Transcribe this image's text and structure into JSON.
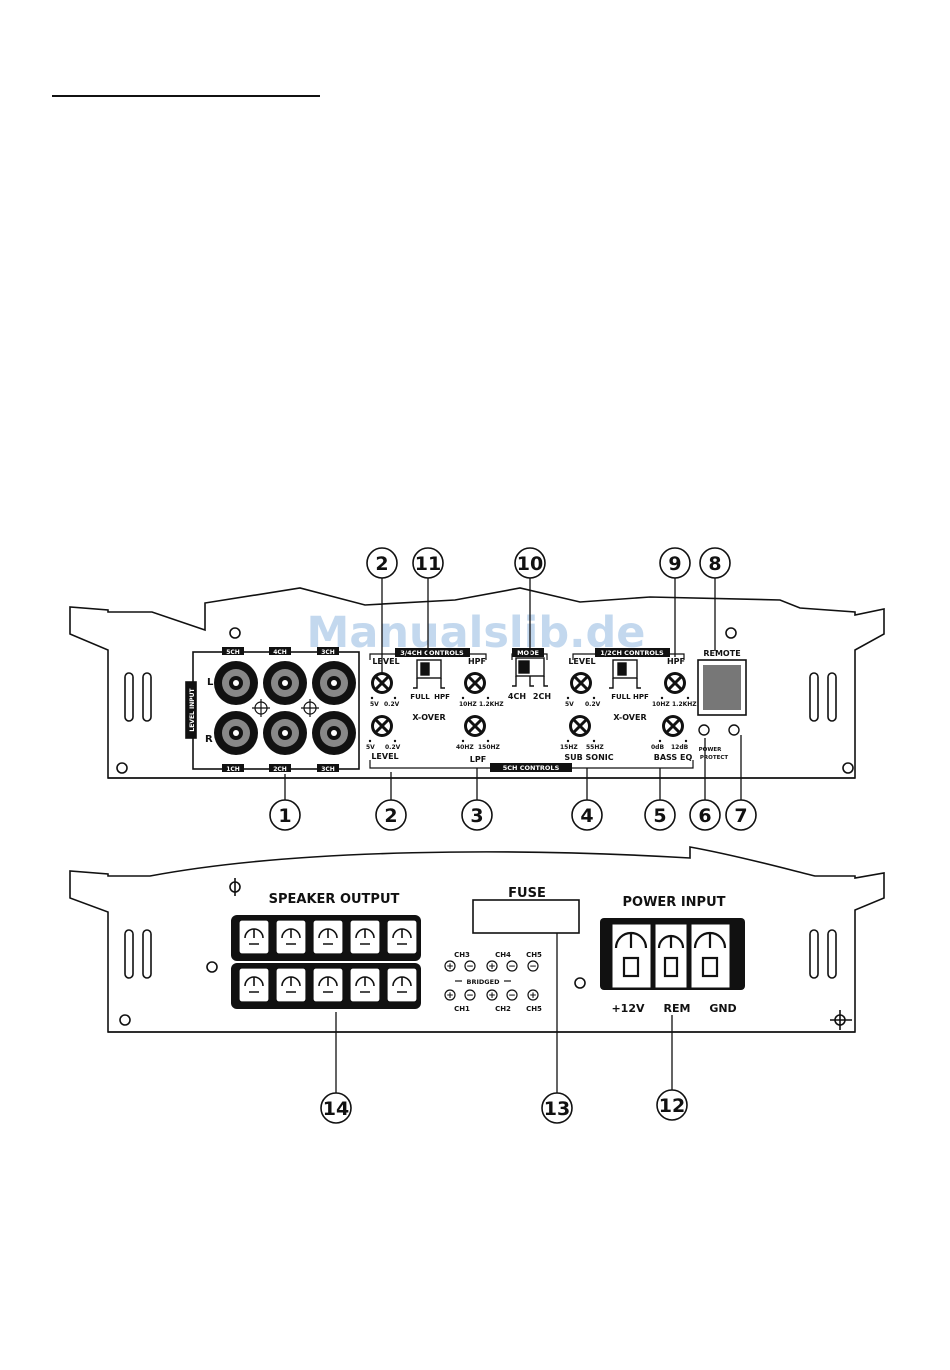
{
  "watermark": "Manualslib.de",
  "top_panel": {
    "level_input": "LEVEL INPUT",
    "rca_labels_top": [
      "5CH",
      "4CH",
      "3CH"
    ],
    "rca_labels_bottom": [
      "1CH",
      "2CH",
      "3CH"
    ],
    "row_l": "L",
    "row_r": "R",
    "ch34_header": "3/4CH CONTROLS",
    "ch12_header": "1/2CH CONTROLS",
    "ch5_footer": "5CH CONTROLS",
    "mode_header": "MODE",
    "level": "LEVEL",
    "hpf": "HPF",
    "full_hpf": "FULL HPF",
    "full": "FULL",
    "hpf_small": "HPF",
    "xover": "X-OVER",
    "v5": "5V",
    "v02": "0.2V",
    "hz10": "10HZ",
    "khz12": "1.2KHZ",
    "hz40": "40HZ",
    "hz150": "150HZ",
    "lpf": "LPF",
    "mode_4ch": "4CH",
    "mode_2ch": "2CH",
    "hz15": "15HZ",
    "hz55": "55HZ",
    "subsonic": "SUB SONIC",
    "db0": "0dB",
    "db12": "12dB",
    "bass_eq": "BASS EQ",
    "remote": "REMOTE",
    "power": "POWER",
    "protect": "PROTECT"
  },
  "bottom_panel": {
    "speaker_output": "SPEAKER OUTPUT",
    "fuse": "FUSE",
    "power_input": "POWER INPUT",
    "v12": "+12V",
    "rem": "REM",
    "gnd": "GND",
    "ch3": "CH3",
    "ch4": "CH4",
    "ch5": "CH5",
    "ch1": "CH1",
    "ch2": "CH2",
    "bridged": "BRIDGED",
    "plus": "+",
    "minus": "−"
  },
  "callouts": {
    "c1": "1",
    "c2": "2",
    "c3": "3",
    "c4": "4",
    "c5": "5",
    "c6": "6",
    "c7": "7",
    "c8": "8",
    "c9": "9",
    "c10": "10",
    "c11": "11",
    "c12": "12",
    "c13": "13",
    "c14": "14"
  }
}
